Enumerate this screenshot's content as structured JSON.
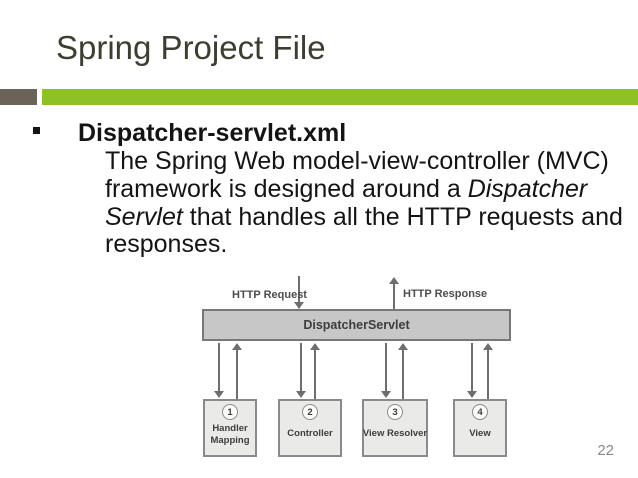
{
  "slide": {
    "title": "Spring Project File",
    "page_number": "22",
    "bullet": {
      "heading": "Dispatcher-servlet.xml",
      "body": [
        {
          "text": "The Spring Web model-view-controller (MVC) framework is designed around a ",
          "italic": false
        },
        {
          "text": "Dispatcher Servlet",
          "italic": true
        },
        {
          "text": " that handles all the HTTP requests and responses.",
          "italic": false
        }
      ]
    },
    "diagram": {
      "http_request_label": "HTTP Request",
      "http_response_label": "HTTP Response",
      "dispatcher_label": "DispatcherServlet",
      "components": [
        {
          "number": "1",
          "label": "Handler Mapping",
          "label_lines": [
            "Handler",
            "Mapping"
          ]
        },
        {
          "number": "2",
          "label": "Controller",
          "label_lines": [
            "Controller"
          ]
        },
        {
          "number": "3",
          "label": "View Resolver",
          "label_lines": [
            "View Resolver"
          ]
        },
        {
          "number": "4",
          "label": "View",
          "label_lines": [
            "View"
          ]
        }
      ]
    }
  },
  "colors": {
    "accent_green": "#8EC126",
    "accent_taupe": "#6A6358",
    "title_text": "#3B3E31",
    "body_text": "#141414",
    "diagram_line": "#6E6E6E",
    "dispatcher_fill": "#C7C7C7",
    "dispatcher_border": "#787878",
    "component_fill": "#EAEAE8",
    "component_border": "#8A8A8A",
    "diagram_text": "#3D3D3D",
    "http_label_text": "#4D4D4D",
    "page_number_text": "#8A8A8A"
  }
}
